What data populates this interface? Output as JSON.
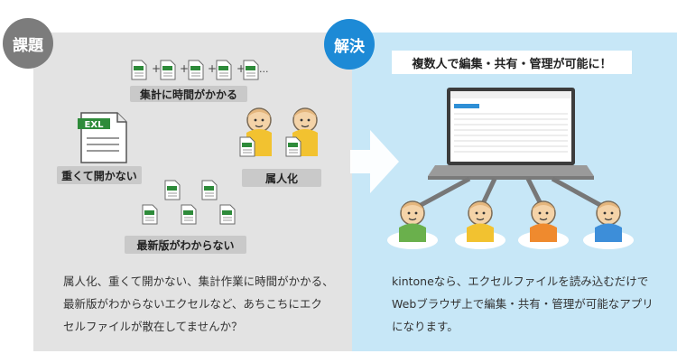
{
  "problem": {
    "badge_label": "課題",
    "labels": {
      "time": "集計に時間がかかる",
      "heavy": "重くて開かない",
      "owner": "属人化",
      "version": "最新版がわからない"
    },
    "file_tag": "EXL",
    "ellipsis": "...",
    "description_lines": [
      "属人化、重くて開かない、集計作業に時間がかかる、",
      "最新版がわからないエクセルなど、あちこちにエク",
      "セルファイルが散在してませんか？"
    ]
  },
  "solution": {
    "badge_label": "解決",
    "headline": "複数人で編集・共有・管理が可能に！",
    "description_lines": [
      "kintoneなら、エクセルファイルを読み込むだけで",
      "Webブラウザ上で編集・共有・管理が可能なアプリ",
      "になります。"
    ]
  },
  "colors": {
    "problem_bg": "#e3e3e3",
    "solution_bg": "#c7e7f7",
    "problem_badge": "#7c7c7c",
    "solution_badge": "#1d8ad6",
    "exl_green": "#2e8b3a"
  }
}
